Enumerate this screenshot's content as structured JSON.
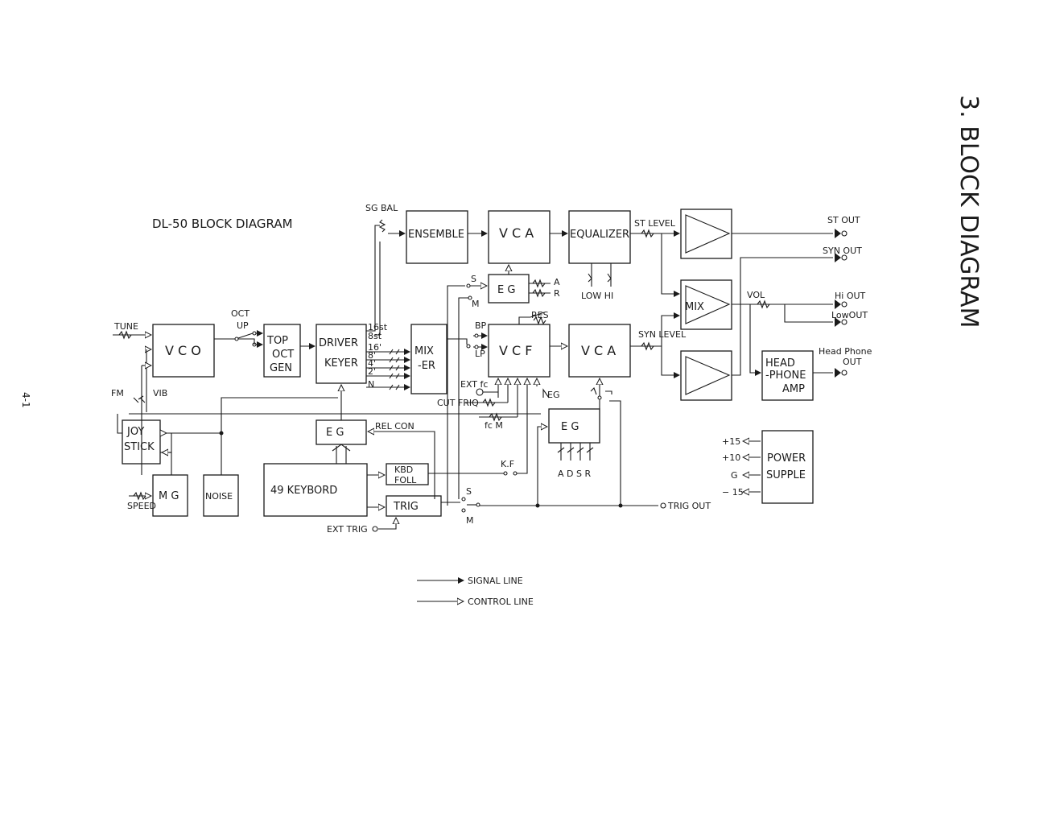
{
  "page_heading": "3. BLOCK DIAGRAM",
  "page_number": "4-1",
  "diagram_title": "DL-50  BLOCK DIAGRAM",
  "blocks": {
    "vco": "V C O",
    "top_oct_gen": [
      "TOP",
      "OCT",
      "GEN"
    ],
    "driver_keyer": [
      "DRIVER",
      "KEYER"
    ],
    "mixer1": [
      "MIX",
      "-ER"
    ],
    "ensemble": "ENSEMBLE",
    "vca_top": "V C A",
    "equalizer": "EQUALIZER",
    "eg_top": "E G",
    "vcf": "V C F",
    "vca_mid": "V C A",
    "eg_mid": "E G",
    "eg_left": "E G",
    "keyboard": "49 KEYBORD",
    "kbd_foll": [
      "KBD",
      "FOLL"
    ],
    "trig": "TRIG",
    "joy_stick": [
      "JOY",
      "STICK"
    ],
    "mg": "M G",
    "noise": "NOISE",
    "mix_right": "MIX",
    "head_phone_amp": [
      "HEAD",
      "-PHONE",
      "AMP"
    ],
    "power_supply": [
      "POWER",
      "SUPPLE"
    ]
  },
  "labels": {
    "tune": "TUNE",
    "oct_up": [
      "OCT",
      "UP"
    ],
    "fm": "FM",
    "vib": "VIB",
    "speed": "SPEED",
    "sg_bal": "SG BAL",
    "feet": [
      "16st",
      "8st",
      "16'",
      "8'",
      "4'",
      "2'",
      "N"
    ],
    "bp": "BP",
    "lp": "LP",
    "res": "RES",
    "ext_fc": "EXT fc",
    "cut_frq": "CUT FRIQ",
    "fc_m": "fc M",
    "eg_amt": "EG",
    "adsr": "A D S R",
    "eg_ar": [
      "A",
      "R"
    ],
    "low_hi": "LOW HI",
    "s": "S",
    "m": "M",
    "rel_con": "REL CON",
    "kf": "K.F",
    "ext_trig": "EXT TRIG",
    "trig_out": "TRIG OUT",
    "st_level": "ST LEVEL",
    "syn_level": "SYN  LEVEL",
    "vol": "VOL",
    "st_out": "ST OUT",
    "syn_out": "SYN OUT",
    "hi_out": "Hi OUT",
    "low_out": "LowOUT",
    "headphone_out": [
      "Head Phone",
      "OUT"
    ],
    "power_rails": [
      "+15",
      "+10",
      "G",
      "− 15"
    ]
  },
  "legend": {
    "signal": "SIGNAL  LINE",
    "control": "CONTROL  LINE"
  }
}
